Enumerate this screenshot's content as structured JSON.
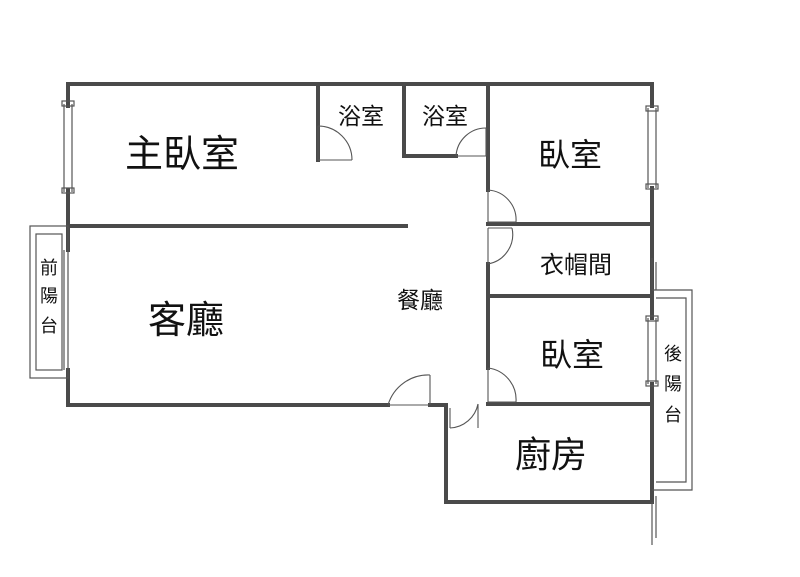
{
  "rooms": {
    "master_bedroom": "主臥室",
    "bath_1": "浴室",
    "bath_2": "浴室",
    "bedroom_1": "臥室",
    "closet": "衣帽間",
    "living_room": "客廳",
    "dining_room": "餐廳",
    "bedroom_2": "臥室",
    "kitchen": "廚房"
  },
  "balconies": {
    "front": [
      "前",
      "陽",
      "台"
    ],
    "back": [
      "後",
      "陽",
      "台"
    ]
  }
}
